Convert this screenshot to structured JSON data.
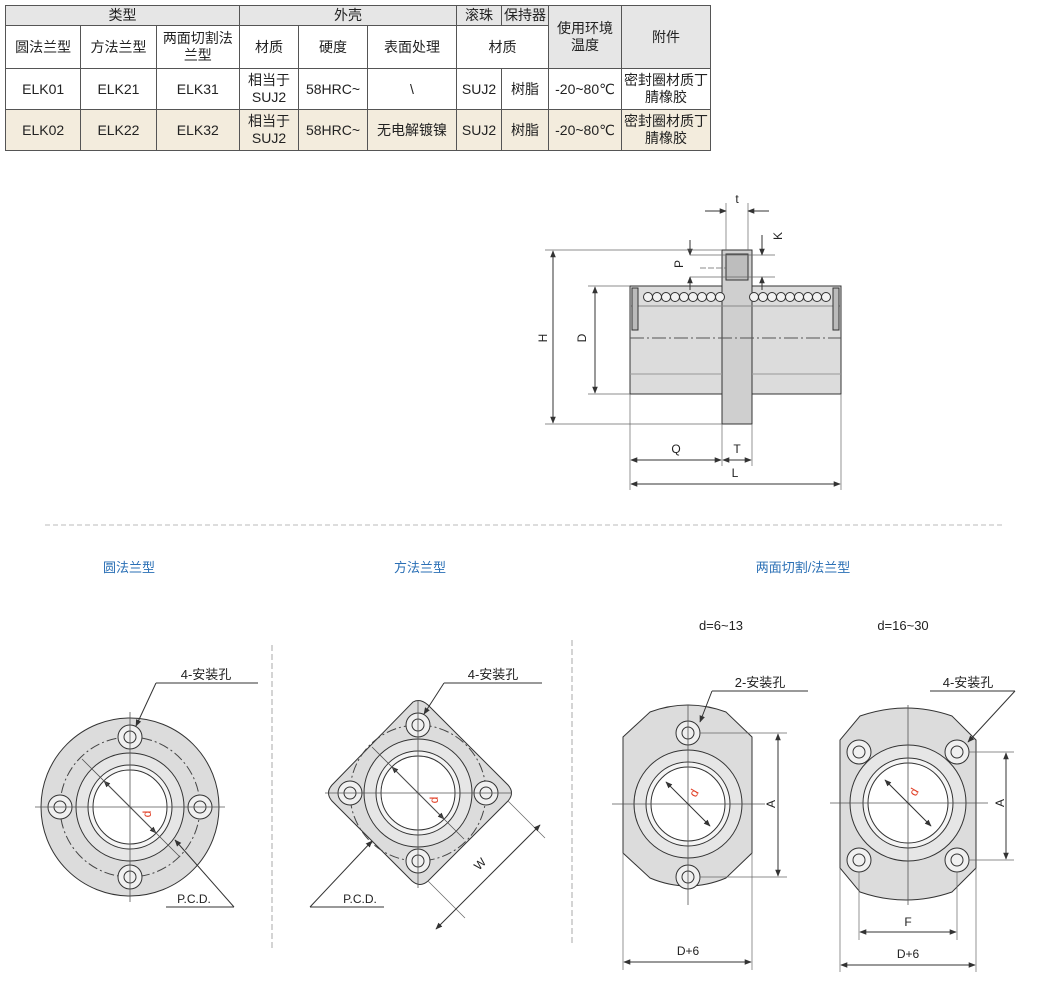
{
  "table": {
    "groups": {
      "type": "类型",
      "shell": "外壳",
      "ball": "滚珠",
      "cage": "保持器",
      "temp": "使用环境温度",
      "accessory": "附件"
    },
    "columns": {
      "round": "圆法兰型",
      "square": "方法兰型",
      "twoside": "两面切割法兰型",
      "material": "材质",
      "hardness": "硬度",
      "surface": "表面处理",
      "ball_cage_material": "材质"
    },
    "rows": [
      {
        "round": "ELK01",
        "square": "ELK21",
        "twoside": "ELK31",
        "material": "相当于SUJ2",
        "hardness": "58HRC~",
        "surface": "\\",
        "ball": "SUJ2",
        "cage": "树脂",
        "temp": "-20~80℃",
        "accessory": "密封圈材质丁腈橡胶"
      },
      {
        "round": "ELK02",
        "square": "ELK22",
        "twoside": "ELK32",
        "material": "相当于SUJ2",
        "hardness": "58HRC~",
        "surface": "无电解镀镍",
        "ball": "SUJ2",
        "cage": "树脂",
        "temp": "-20~80℃",
        "accessory": "密封圈材质丁腈橡胶"
      }
    ]
  },
  "side_view": {
    "t": "t",
    "K": "K",
    "P": "P",
    "H": "H",
    "D": "D",
    "Q": "Q",
    "T": "T",
    "L": "L"
  },
  "captions": {
    "round": "圆法兰型",
    "square": "方法兰型",
    "twoside": "两面切割/法兰型"
  },
  "ranges": {
    "small": "d=6~13",
    "large": "d=16~30"
  },
  "labels": {
    "holes4": "4-安装孔",
    "holes2": "2-安装孔",
    "pcd": "P.C.D.",
    "d": "d",
    "W": "W",
    "A": "A",
    "F": "F",
    "D6": "D+6"
  },
  "colors": {
    "metal": "#dcdcdc",
    "metal_dark": "#c4c4c4",
    "line": "#333333",
    "caption": "#2a6fb5",
    "d_label": "#e03a20",
    "row2_bg": "#f3ecdd"
  }
}
